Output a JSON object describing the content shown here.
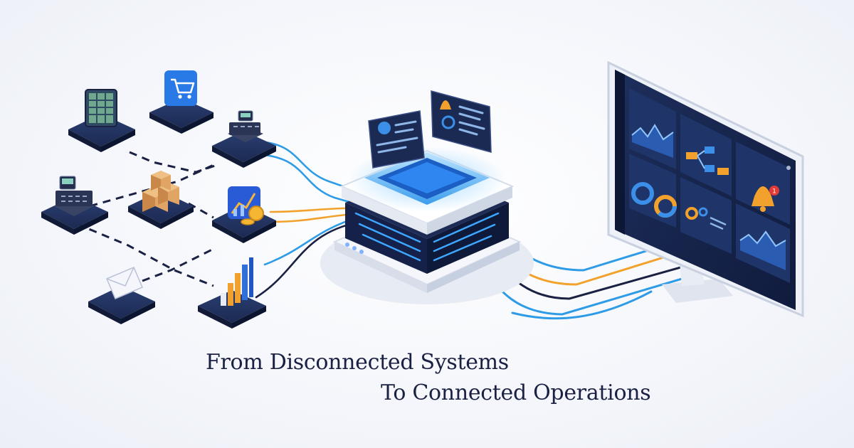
{
  "headline": {
    "line1": "From Disconnected Systems",
    "line2": "To Connected Operations"
  },
  "notification_badge": "1",
  "colors": {
    "navy": "#1b2a52",
    "deep_navy": "#142046",
    "cyan": "#2e9be6",
    "orange": "#f2a22c",
    "background": "#f3f5fa"
  },
  "icons": {
    "spreadsheet": "spreadsheet-icon",
    "cart": "shopping-cart-icon",
    "register": "cash-register-icon",
    "boxes": "boxes-icon",
    "finance": "finance-chart-icon",
    "mail": "mail-icon",
    "bars": "bar-chart-icon",
    "server": "server-hub-icon",
    "monitor": "dashboard-monitor-icon",
    "bell": "bell-icon"
  }
}
